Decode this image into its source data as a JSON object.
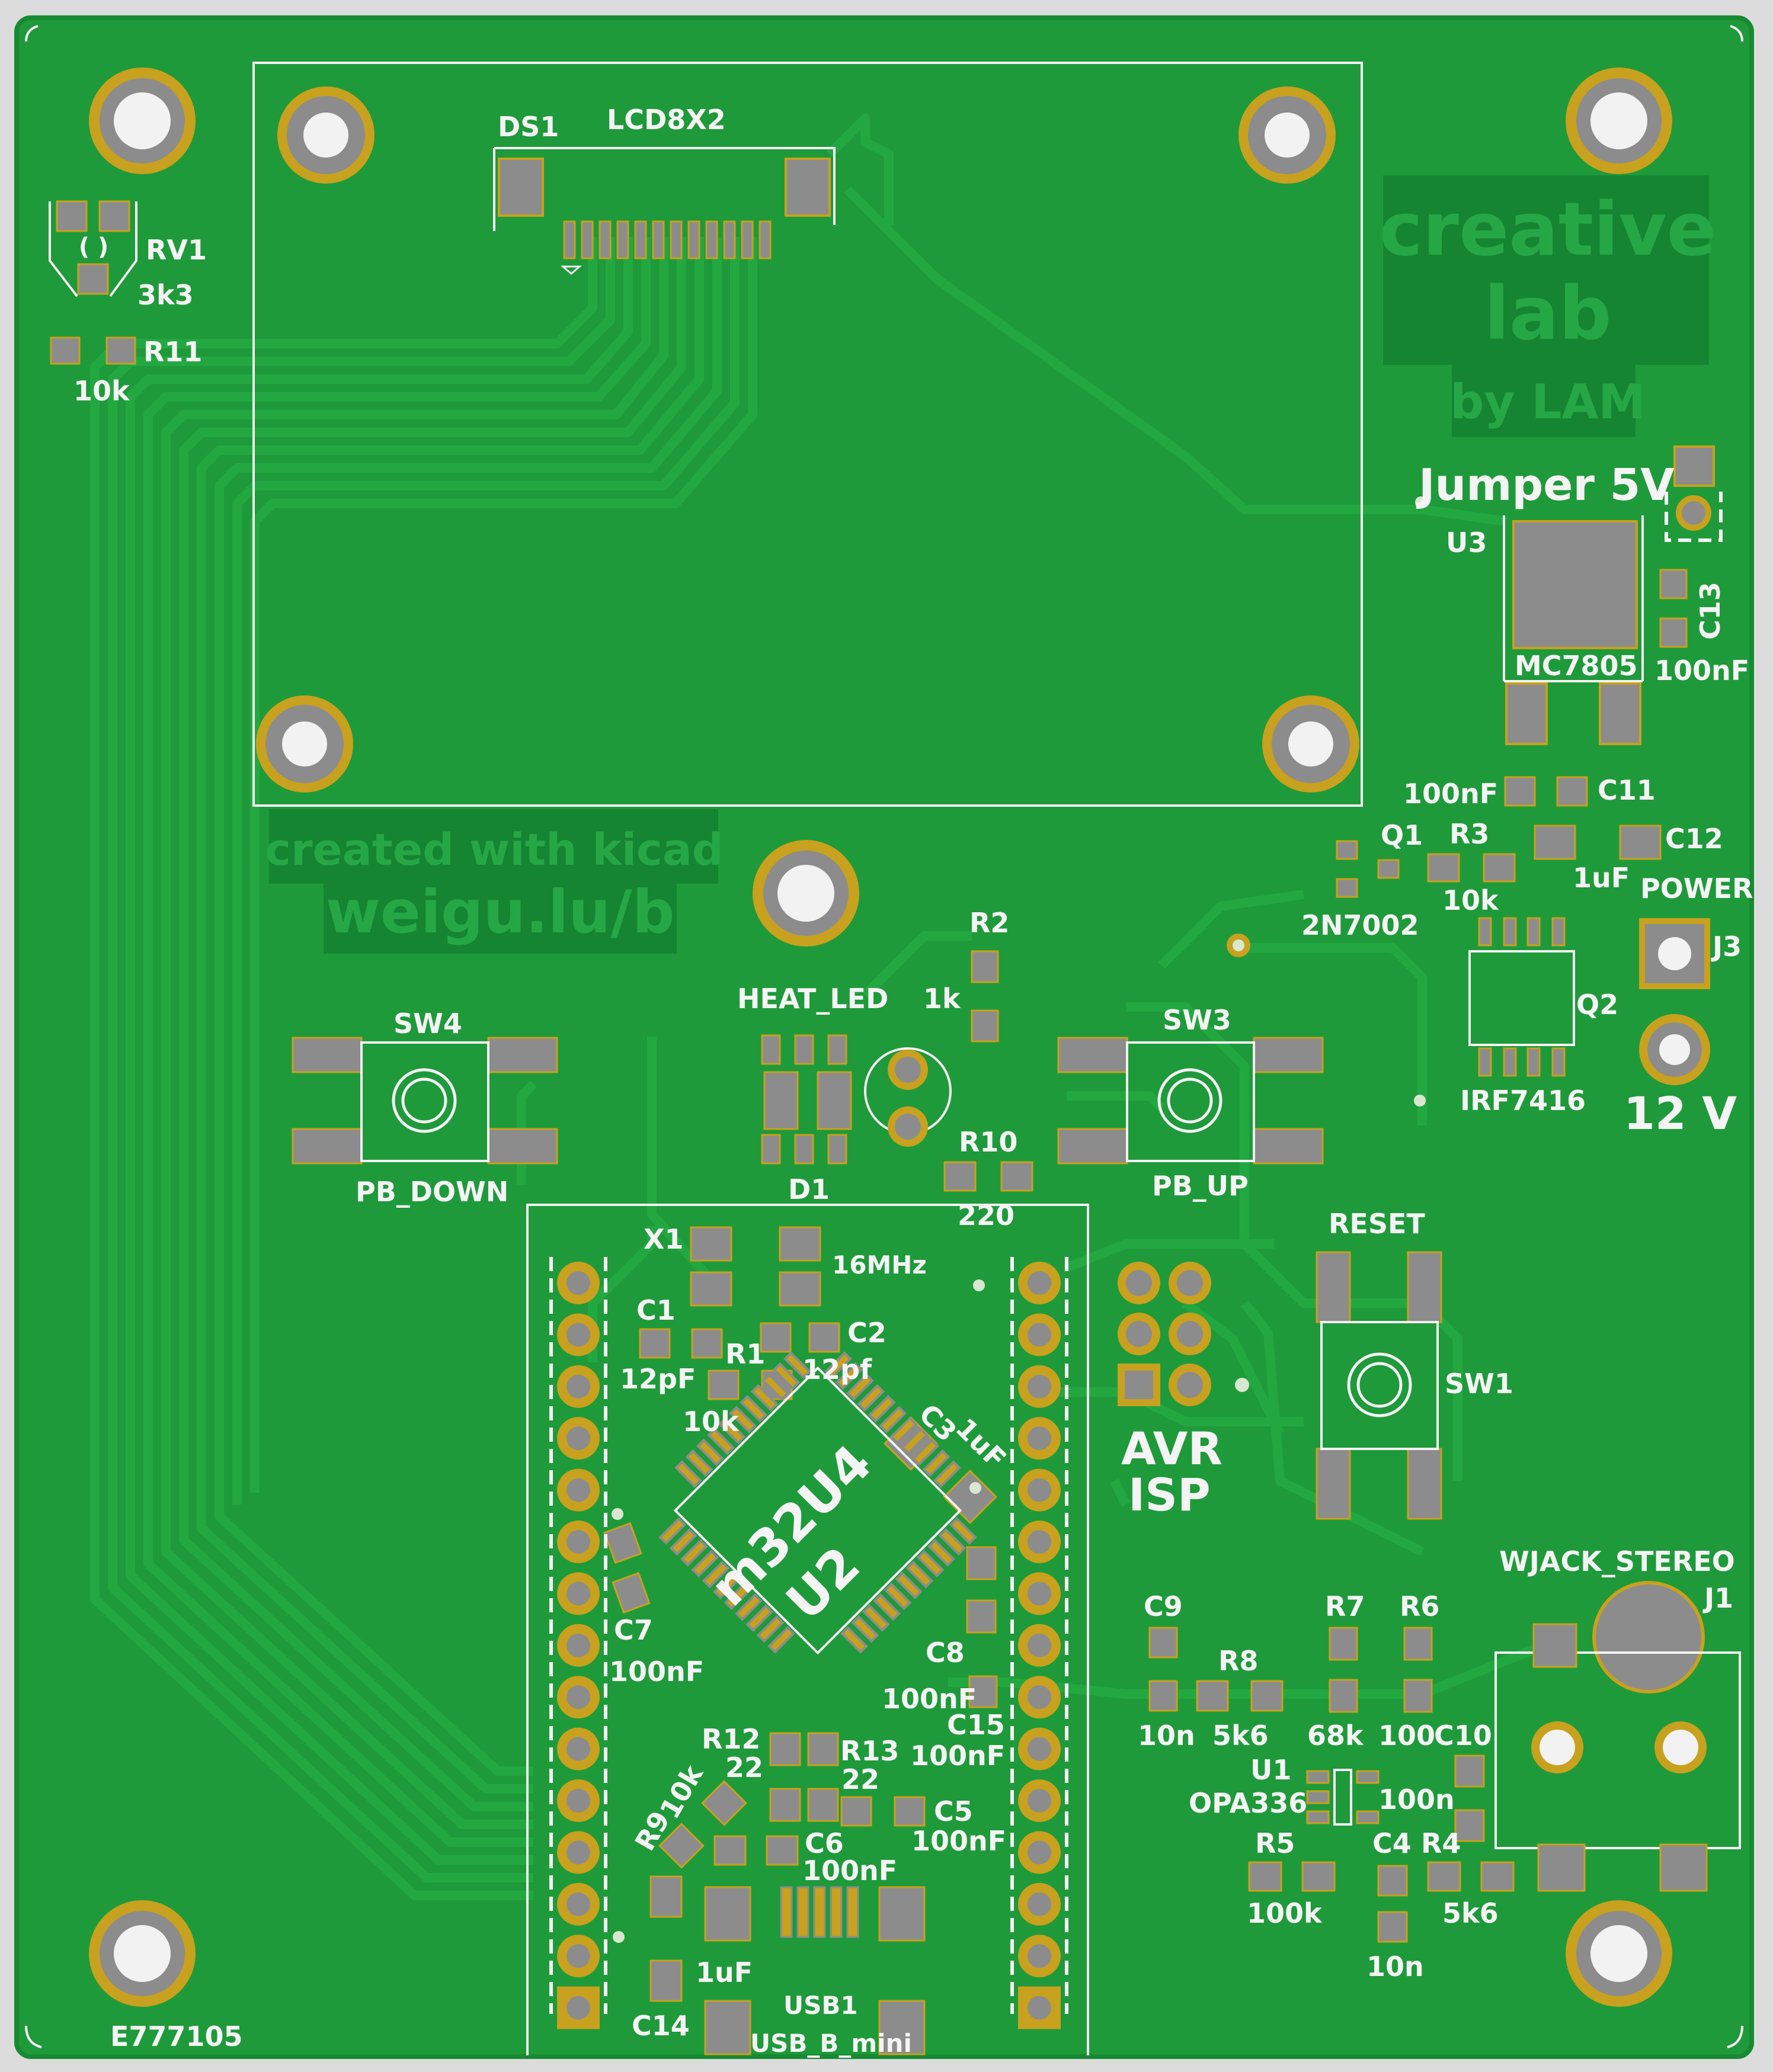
{
  "colors": {
    "background": "#dcdcdc",
    "board": "#1e9a3a",
    "board_edge": "#178a31",
    "trace": "#23a841",
    "copper_text": "#178f34",
    "logo_block": "#158532",
    "logo_text": "#26a746",
    "pad": "#c8a11e",
    "pad_inner": "#8c8c8c",
    "hole": "#f2f2f2",
    "silkscreen": "#f4f4f4",
    "via": "#d8e8d0"
  },
  "labels": {
    "ds1": "DS1",
    "lcd": "LCD8X2",
    "rv1": "RV1",
    "rv1_val": "3k3",
    "r11": "R11",
    "r11_val": "10k",
    "jumper": "Jumper 5V",
    "u3": "U3",
    "u3_val": "MC7805",
    "c13": "C13",
    "c13_val": "100nF",
    "c11_val": "100nF",
    "c11": "C11",
    "q1": "Q1",
    "r3": "R3",
    "r3_val": "10k",
    "c12": "C12",
    "c12_val": "1uF",
    "power": "POWER",
    "q1_val": "2N7002",
    "j3": "J3",
    "q2": "Q2",
    "q2_val": "IRF7416",
    "v12": "12 V",
    "r2": "R2",
    "r2_val": "1k",
    "heat_led": "HEAT_LED",
    "d1": "D1",
    "r10": "R10",
    "r10_val": "220",
    "sw4": "SW4",
    "sw4_val": "PB_DOWN",
    "sw3": "SW3",
    "sw3_val": "PB_UP",
    "reset": "RESET",
    "sw1": "SW1",
    "avr": "AVR",
    "isp": "ISP",
    "x1": "X1",
    "x1_val": "16MHz",
    "c1": "C1",
    "c1_val": "12pF",
    "c2": "C2",
    "c2_val": "12pf",
    "r1": "R1",
    "r1_val": "10k",
    "c3": "C3",
    "c3_val": "1uF",
    "u2_val": "m32U4",
    "u2": "U2",
    "c7": "C7",
    "c7_val": "100nF",
    "c8": "C8",
    "c8_val": "100nF",
    "c15": "C15",
    "c15_val": "100nF",
    "r12": "R12",
    "r12_val": "22",
    "r13": "R13",
    "r13_val": "22",
    "r9": "R9",
    "r9_val": "10k",
    "c5": "C5",
    "c5_val": "100nF",
    "c6": "C6",
    "c6_val": "100nF",
    "c14": "C14",
    "c14_val": "1uF",
    "usb1": "USB1",
    "usb1_val": "USB_B_mini",
    "c9": "C9",
    "c9_val": "10n",
    "r8": "R8",
    "r8_val": "5k6",
    "r7": "R7",
    "r7_val": "68k",
    "r6": "R6",
    "r6_val": "100",
    "c10": "C10",
    "c10_val": "100n",
    "u1": "U1",
    "u1_val": "OPA336",
    "r5": "R5",
    "r5_val": "100k",
    "c4": "C4",
    "c4_val": "10n",
    "r4": "R4",
    "r4_val": "5k6",
    "j1": "J1",
    "j1_val": "WJACK_STEREO",
    "board_id": "E777105"
  },
  "logo": {
    "line1": "creative",
    "line2": "lab",
    "line3": "by LAM"
  },
  "copper_text": {
    "line1": "created with kicad",
    "line2": "weigu.lu/b"
  }
}
